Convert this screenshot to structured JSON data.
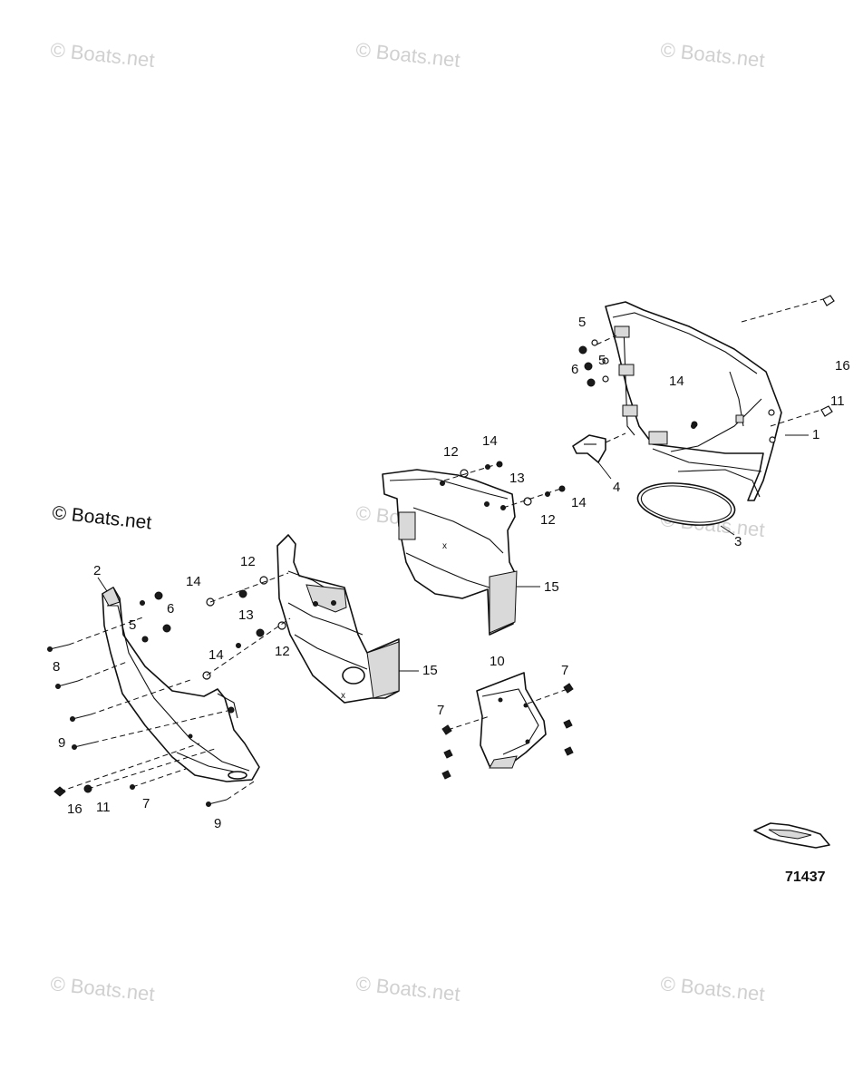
{
  "watermarks": {
    "copyright_text": "© Boats.net",
    "dark_label": "© Boats.net"
  },
  "drawing_number": "71437",
  "callouts": {
    "c1": "1",
    "c2": "2",
    "c3": "3",
    "c4": "4",
    "c5a": "5",
    "c5b": "5",
    "c5c": "5",
    "c6a": "6",
    "c6b": "6",
    "c7a": "7",
    "c7b": "7",
    "c7c": "7",
    "c8": "8",
    "c9a": "9",
    "c9b": "9",
    "c10": "10",
    "c11a": "11",
    "c11b": "11",
    "c12a": "12",
    "c12b": "12",
    "c12c": "12",
    "c12d": "12",
    "c13a": "13",
    "c13b": "13",
    "c14a": "14",
    "c14b": "14",
    "c14c": "14",
    "c14d": "14",
    "c14e": "14",
    "c15a": "15",
    "c15b": "15",
    "c16a": "16",
    "c16b": "16"
  },
  "colors": {
    "line": "#111111",
    "watermark": "#d0d0d0",
    "shade": "#d9d9d9"
  }
}
